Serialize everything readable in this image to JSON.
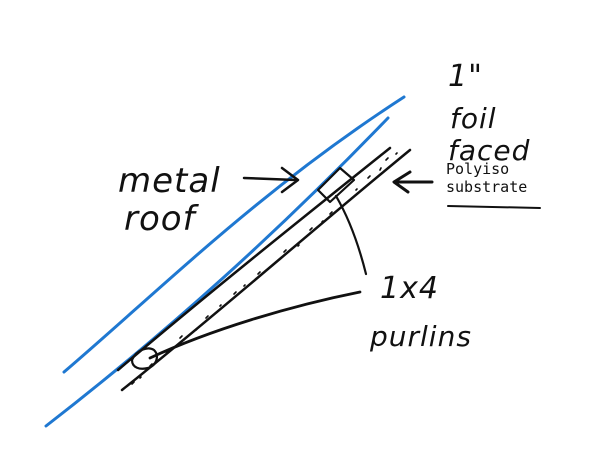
{
  "labels": {
    "metal": "metal",
    "roof": "roof",
    "one_inch": "1\"",
    "foil": "foil",
    "faced": "faced",
    "polyiso": "Polyiso",
    "substrate": "substrate",
    "one_by_four": "1x4",
    "purlins": "purlins"
  },
  "colors": {
    "roof_line": "#1f78d1",
    "ink": "#111111",
    "background": "#ffffff"
  }
}
